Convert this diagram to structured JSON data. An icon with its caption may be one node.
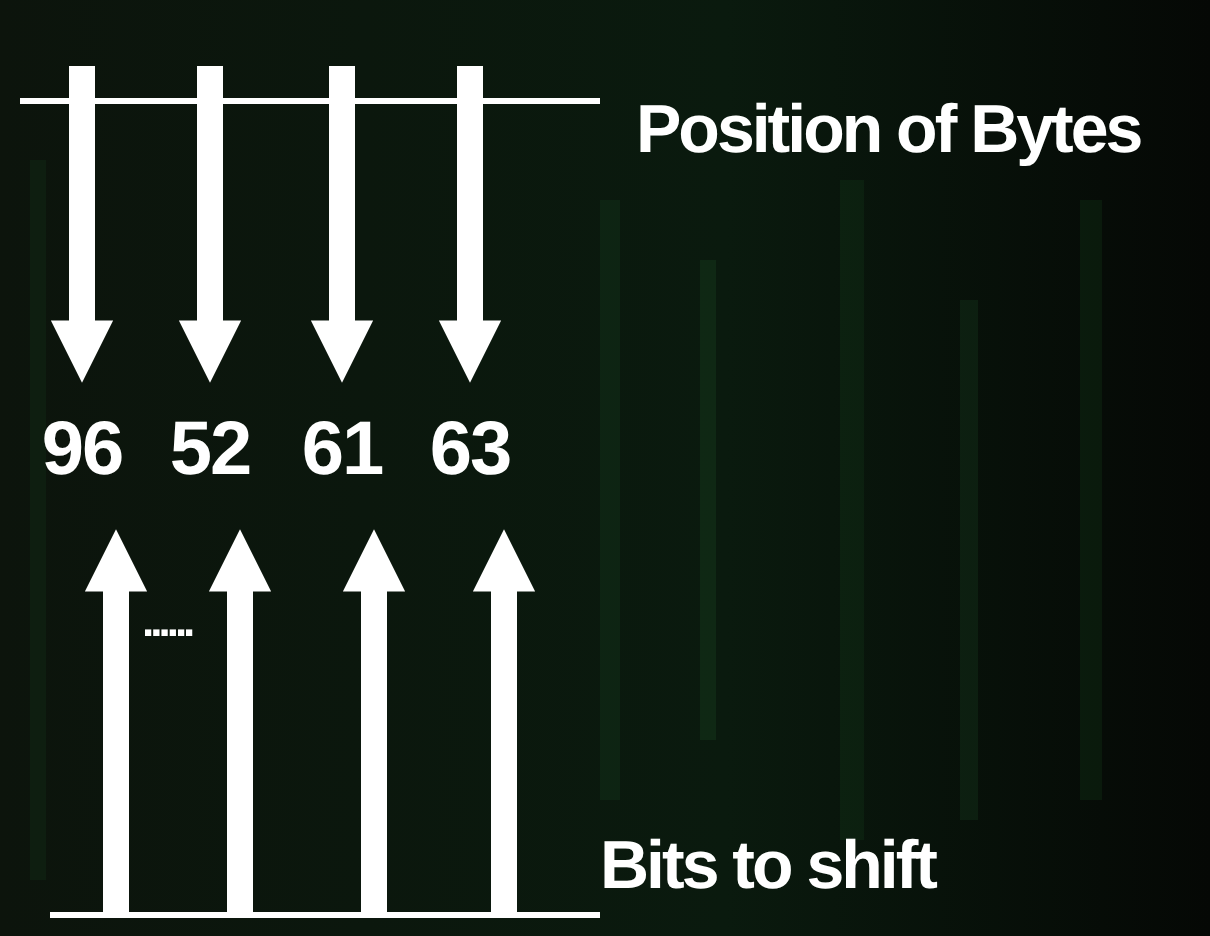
{
  "diagram": {
    "nodes": [
      {
        "text": [],
        "shape": "bar",
        "beside": [
          "Position of Bytes"
        ]
      },
      {
        "text": [
          "96"
        ]
      },
      {
        "text": [
          "52"
        ]
      },
      {
        "text": [
          "61"
        ]
      },
      {
        "text": [
          "63"
        ]
      },
      {
        "text": [],
        "shape": "bar",
        "beside": [
          "Bits to shift"
        ]
      }
    ],
    "edges": [
      {
        "from": 0,
        "to": 1,
        "arrow": "to"
      },
      {
        "from": 0,
        "to": 2,
        "arrow": "to"
      },
      {
        "from": 0,
        "to": 3,
        "arrow": "to"
      },
      {
        "from": 0,
        "to": 4,
        "arrow": "to"
      },
      {
        "from": 5,
        "to": 1,
        "arrow": "to"
      },
      {
        "from": 5,
        "to": 2,
        "arrow": "to"
      },
      {
        "from": 5,
        "to": 3,
        "arrow": "to"
      },
      {
        "from": 5,
        "to": 4,
        "arrow": "to"
      }
    ],
    "labels": [
      "......"
    ]
  }
}
